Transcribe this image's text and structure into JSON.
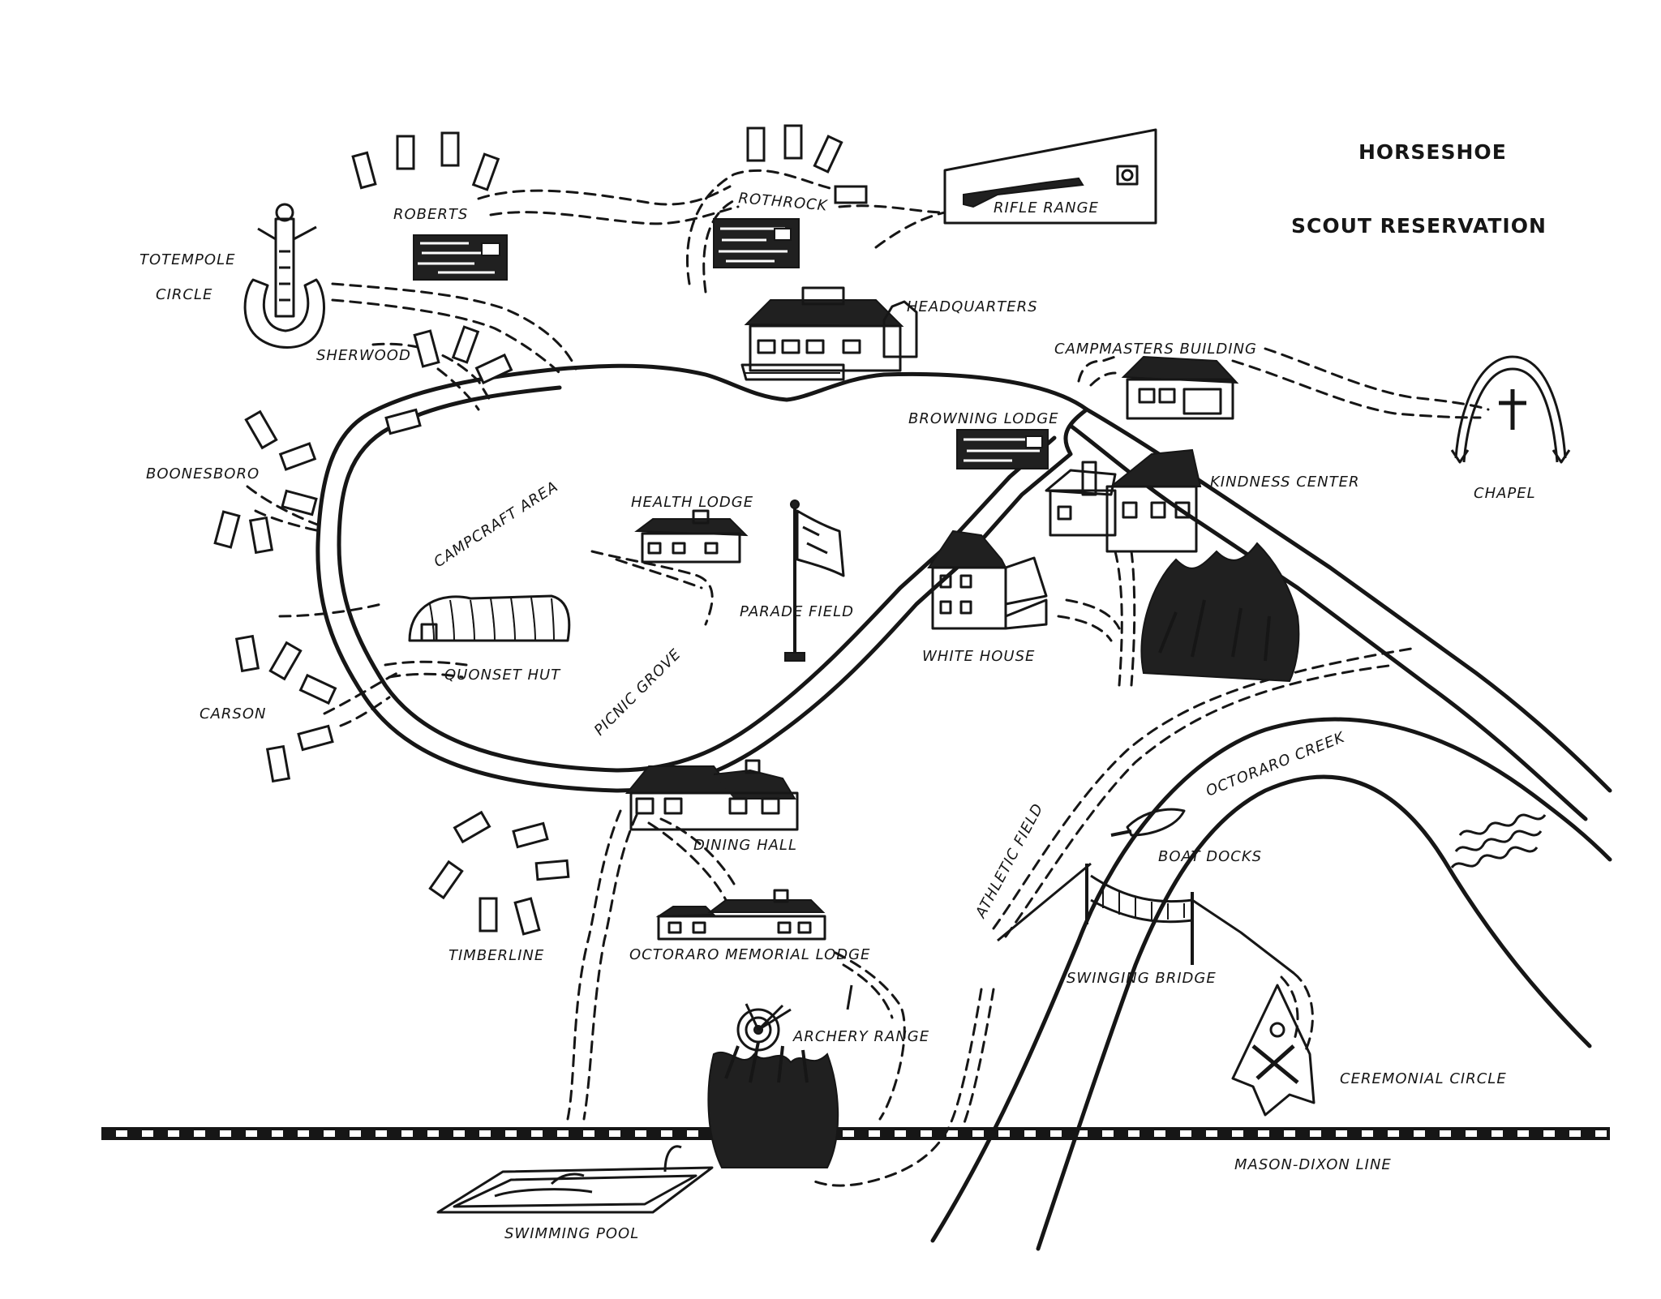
{
  "title": {
    "line1": "HORSESHOE",
    "line2": "SCOUT RESERVATION"
  },
  "labels": {
    "roberts": "ROBERTS",
    "rothrock": "ROTHROCK",
    "rifle_range": "RIFLE RANGE",
    "totempole": "TOTEMPOLE",
    "circle": "CIRCLE",
    "headquarters": "HEADQUARTERS",
    "sherwood": "SHERWOOD",
    "campmasters_building": "CAMPMASTERS BUILDING",
    "chapel": "CHAPEL",
    "browning_lodge": "BROWNING LODGE",
    "kindness_center": "KINDNESS CENTER",
    "boonesboro": "BOONESBORO",
    "campcraft_area": "CAMPCRAFT AREA",
    "health_lodge": "HEALTH LODGE",
    "parade_field": "PARADE FIELD",
    "white_house": "WHITE HOUSE",
    "quonset_hut": "QUONSET HUT",
    "picnic_grove": "PICNIC GROVE",
    "carson": "CARSON",
    "octoraro_creek": "OCTORARO CREEK",
    "athletic_field": "ATHLETIC FIELD",
    "dining_hall": "DINING HALL",
    "boat_docks": "BOAT DOCKS",
    "timberline": "TIMBERLINE",
    "octoraro_memorial_lodge": "OCTORARO MEMORIAL LODGE",
    "swinging_bridge": "SWINGING BRIDGE",
    "archery_range": "ARCHERY RANGE",
    "ceremonial_circle": "CEREMONIAL CIRCLE",
    "mason_dixon_line": "MASON-DIXON LINE",
    "swimming_pool": "SWIMMING POOL"
  }
}
